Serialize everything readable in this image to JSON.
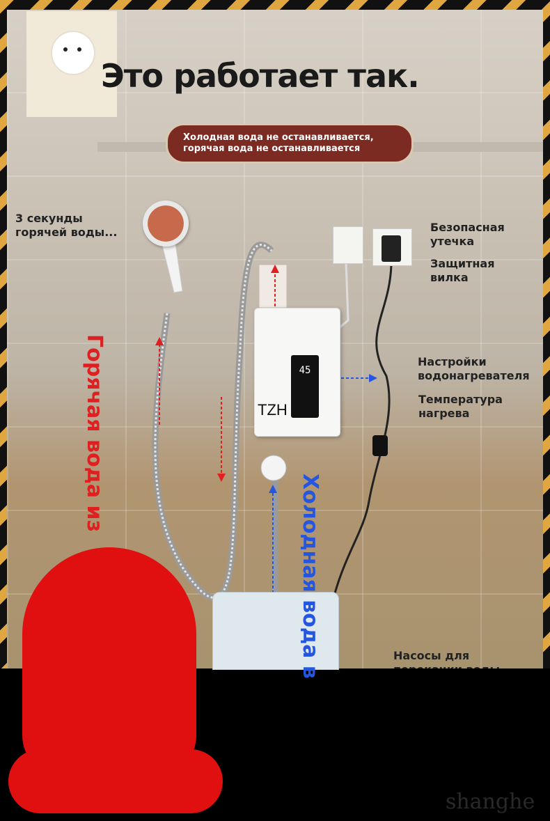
{
  "headline": "Это работает так.",
  "banner": {
    "line1": "Холодная вода не останавливается,",
    "line2": "горячая вода не останавливается"
  },
  "labels": {
    "hot_seconds": [
      "3 секунды",
      "горячей воды..."
    ],
    "safe_leak": [
      "Безопасная",
      "утечка"
    ],
    "protective_plug": [
      "Защитная",
      "вилка"
    ],
    "heater_settings": [
      "Настройки",
      "водонагревателя"
    ],
    "heating_temperature": [
      "Температура",
      "нагрева"
    ],
    "pumps": [
      "Насосы для",
      "перекачки воды"
    ]
  },
  "vertical_labels": {
    "hot_water_out": [
      "Горячая",
      "вода из"
    ],
    "cold_water_in": [
      "Холодная",
      "вода в"
    ]
  },
  "heater": {
    "brand": "TZH",
    "display_value": "45"
  },
  "watermark": "shanghe",
  "colors": {
    "banner_bg": "#7b2b22",
    "hot_red": "#e02020",
    "cold_blue": "#2456e0",
    "red_block": "#e11010",
    "stripe_gold": "#e0a640"
  }
}
